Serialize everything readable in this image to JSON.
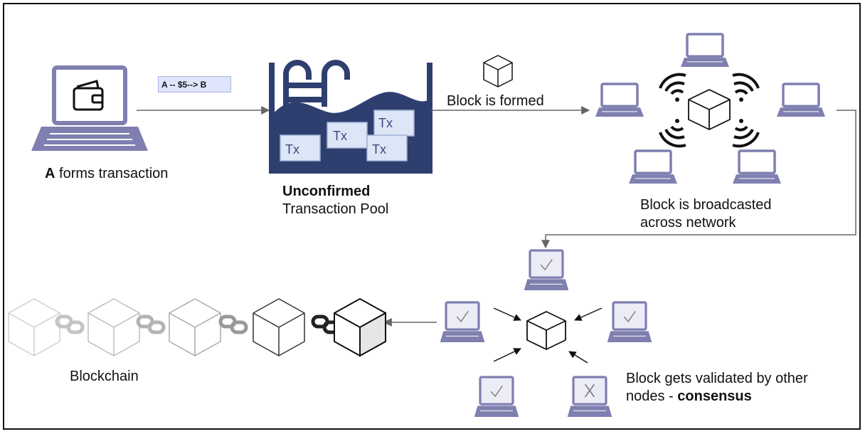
{
  "diagram": {
    "transaction_tag": "A -- $5--> B",
    "sender": {
      "name": "A",
      "text": "forms transaction"
    },
    "pool": {
      "title": "Unconfirmed",
      "subtitle": "Transaction Pool",
      "tx_label": "Tx"
    },
    "block_formed": "Block is formed",
    "broadcast": {
      "line1": "Block is broadcasted",
      "line2": "across network"
    },
    "validation": {
      "line1": "Block gets validated by other",
      "line2_prefix": "nodes - ",
      "line2_bold": "consensus"
    },
    "blockchain": "Blockchain",
    "colors": {
      "laptop": "#7f7fb0",
      "laptop_light": "#ececf7",
      "pool": "#2e3f6f",
      "tx_fill": "#dde6f7",
      "tag_fill": "#dfe5fb",
      "arrow": "#666666"
    },
    "icons": [
      "laptop-icon",
      "wallet-icon",
      "pool-ladder-icon",
      "block-cube-icon",
      "wifi-signal-icon",
      "check-icon",
      "cross-icon",
      "chain-link-icon"
    ]
  }
}
